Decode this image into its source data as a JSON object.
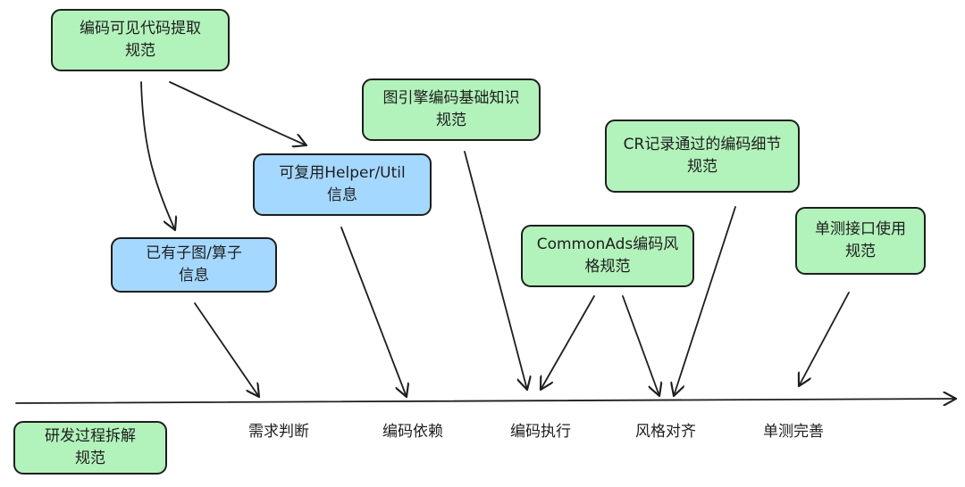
{
  "colors": {
    "stroke": "#1e1e1e",
    "green_fill": "#b2f2bb",
    "blue_fill": "#a5d8ff"
  },
  "boxes": {
    "visible_code_extract": "编码可见代码提取\n规范",
    "reusable_helper_util": "可复用Helper/Util\n信息",
    "existing_subgraph_operator": "已有子图/算子\n信息",
    "graph_engine_basics": "图引擎编码基础知识\n规范",
    "commonads_style": "CommonAds编码风\n格规范",
    "cr_coding_details": "CR记录通过的编码细节\n规范",
    "unit_test_interface": "单测接口使用\n规范",
    "dev_process_breakdown": "研发过程拆解\n规范"
  },
  "timeline": {
    "stages": [
      "需求判断",
      "编码依赖",
      "编码执行",
      "风格对齐",
      "单测完善"
    ]
  }
}
